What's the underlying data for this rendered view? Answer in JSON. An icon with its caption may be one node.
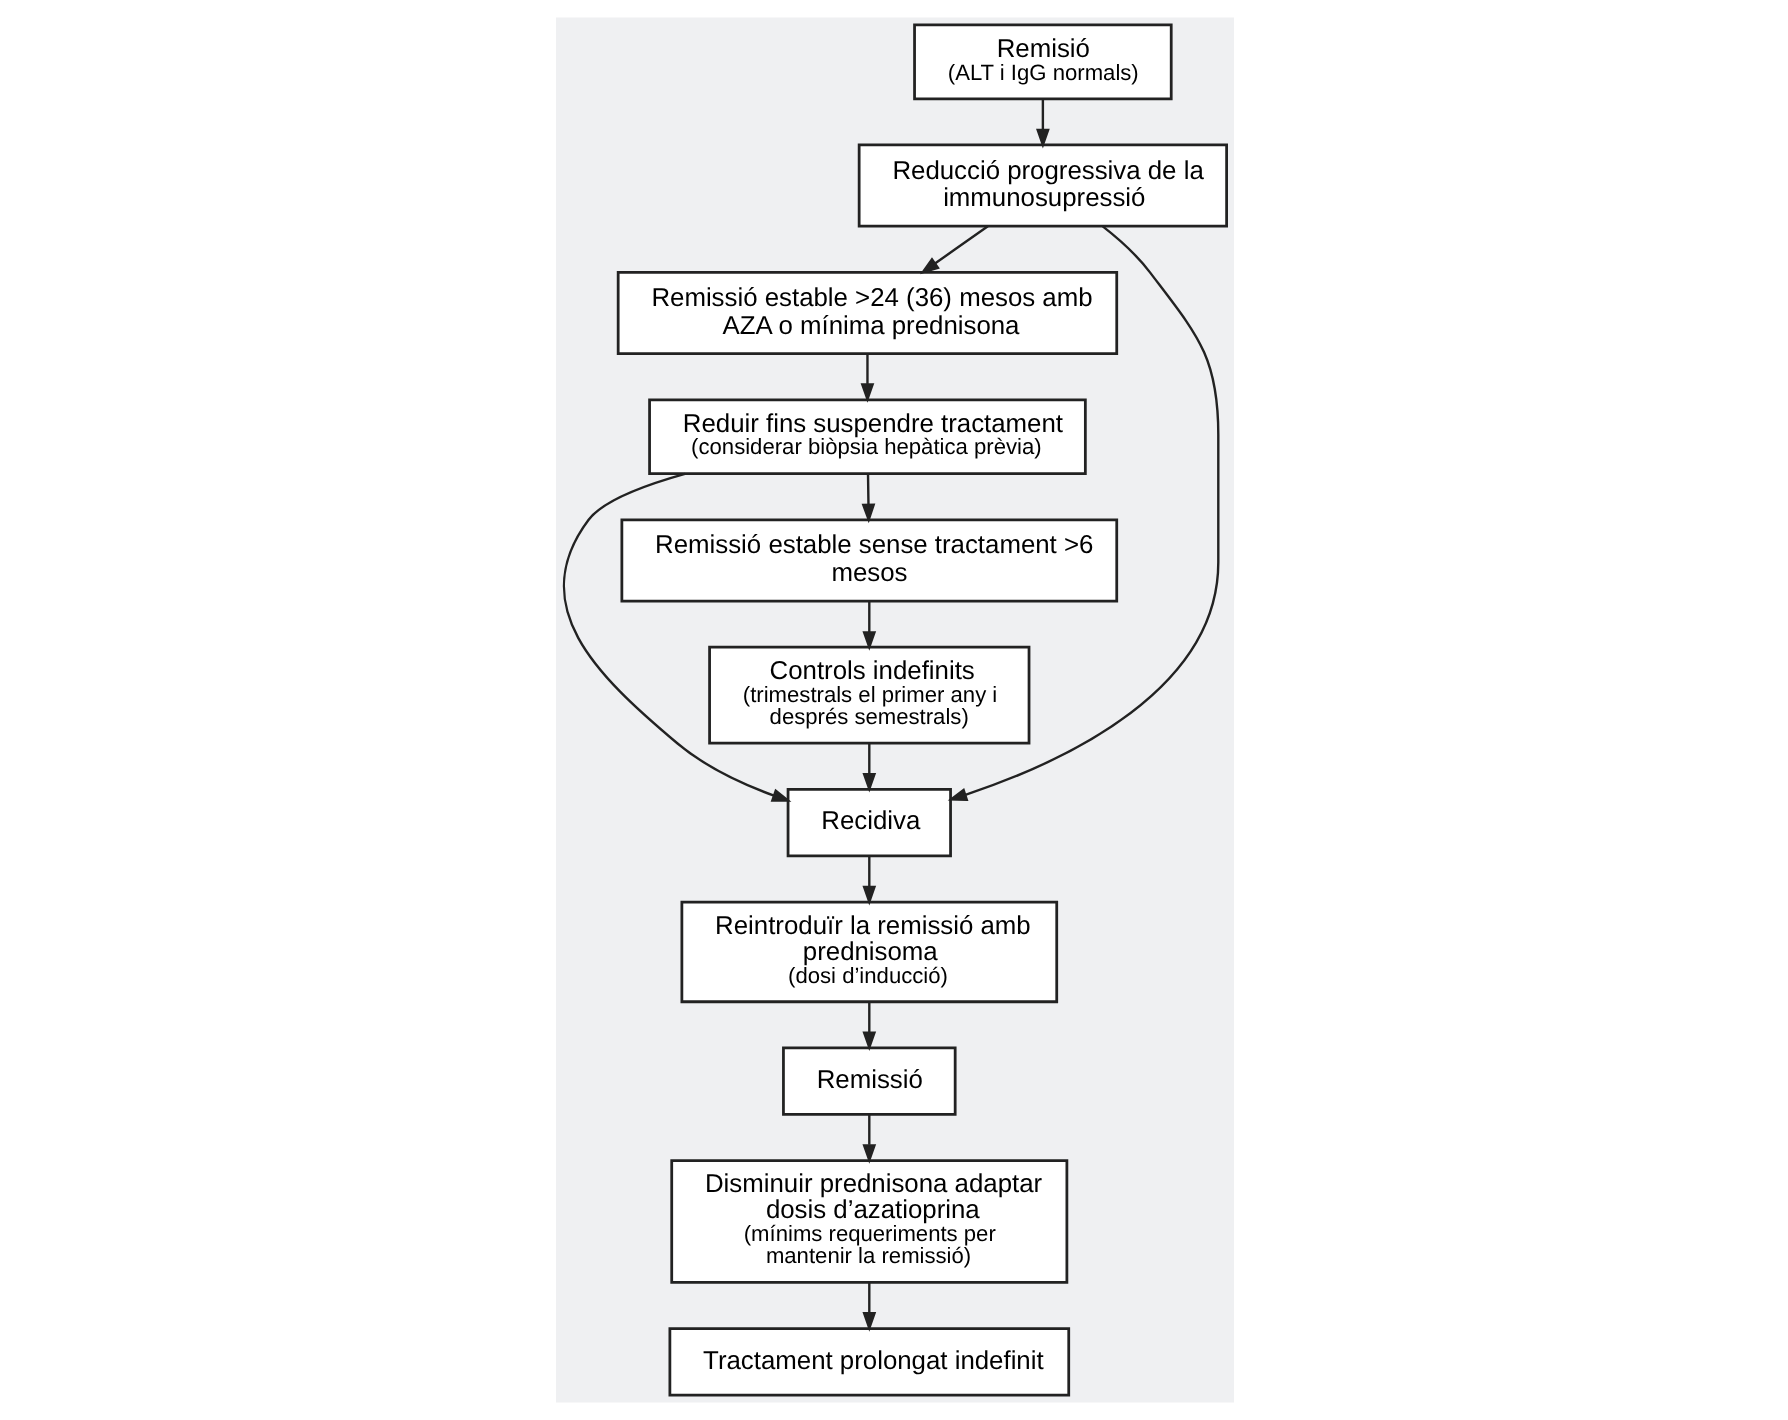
{
  "diagram": {
    "nodes": [
      {
        "text": [
          "Remisió",
          "(ALT i IgG normals)"
        ]
      },
      {
        "text": [
          "Reintroduïr la remissió amb prednisoma",
          "(dosi d’inducció)"
        ]
      },
      {
        "text": [
          "Reducció progressiva de la immunosupressió"
        ]
      },
      {
        "text": [
          "Remissió estable >24 (36) mesos amb AZA o mínima prednisona"
        ]
      },
      {
        "text": [
          "Remissió"
        ]
      },
      {
        "text": [
          "Recidiva"
        ]
      },
      {
        "text": [
          "Reduir fins suspendre tractament",
          "(considerar biòpsia hepàtica prèvia)"
        ]
      },
      {
        "text": [
          "Disminuir prednisona adaptar dosis d’azatioprina",
          "(mínims requeriments per mantenir la remissió)"
        ]
      },
      {
        "text": [
          "Remissió estable sense tractament >6 mesos"
        ]
      },
      {
        "text": [
          "Tractament prolongat indefinit"
        ]
      },
      {
        "text": [
          "Controls indefinits",
          "(trimestrals el primer any i després semestrals)"
        ]
      }
    ],
    "edges": [
      {
        "from": 0,
        "to": 2,
        "arrow": "to"
      },
      {
        "from": 2,
        "to": 3,
        "arrow": "to"
      },
      {
        "from": 3,
        "to": 6,
        "arrow": "to"
      },
      {
        "from": 6,
        "to": 8,
        "arrow": "to"
      },
      {
        "from": 8,
        "to": 10,
        "arrow": "to"
      },
      {
        "from": 2,
        "to": 5,
        "arrow": "to"
      },
      {
        "from": 6,
        "to": 5,
        "arrow": "to"
      },
      {
        "from": 10,
        "to": 5,
        "arrow": "to"
      },
      {
        "from": 5,
        "to": 1,
        "arrow": "to"
      },
      {
        "from": 1,
        "to": 4,
        "arrow": "to"
      },
      {
        "from": 4,
        "to": 7,
        "arrow": "to"
      },
      {
        "from": 7,
        "to": 9,
        "arrow": "to"
      }
    ]
  }
}
